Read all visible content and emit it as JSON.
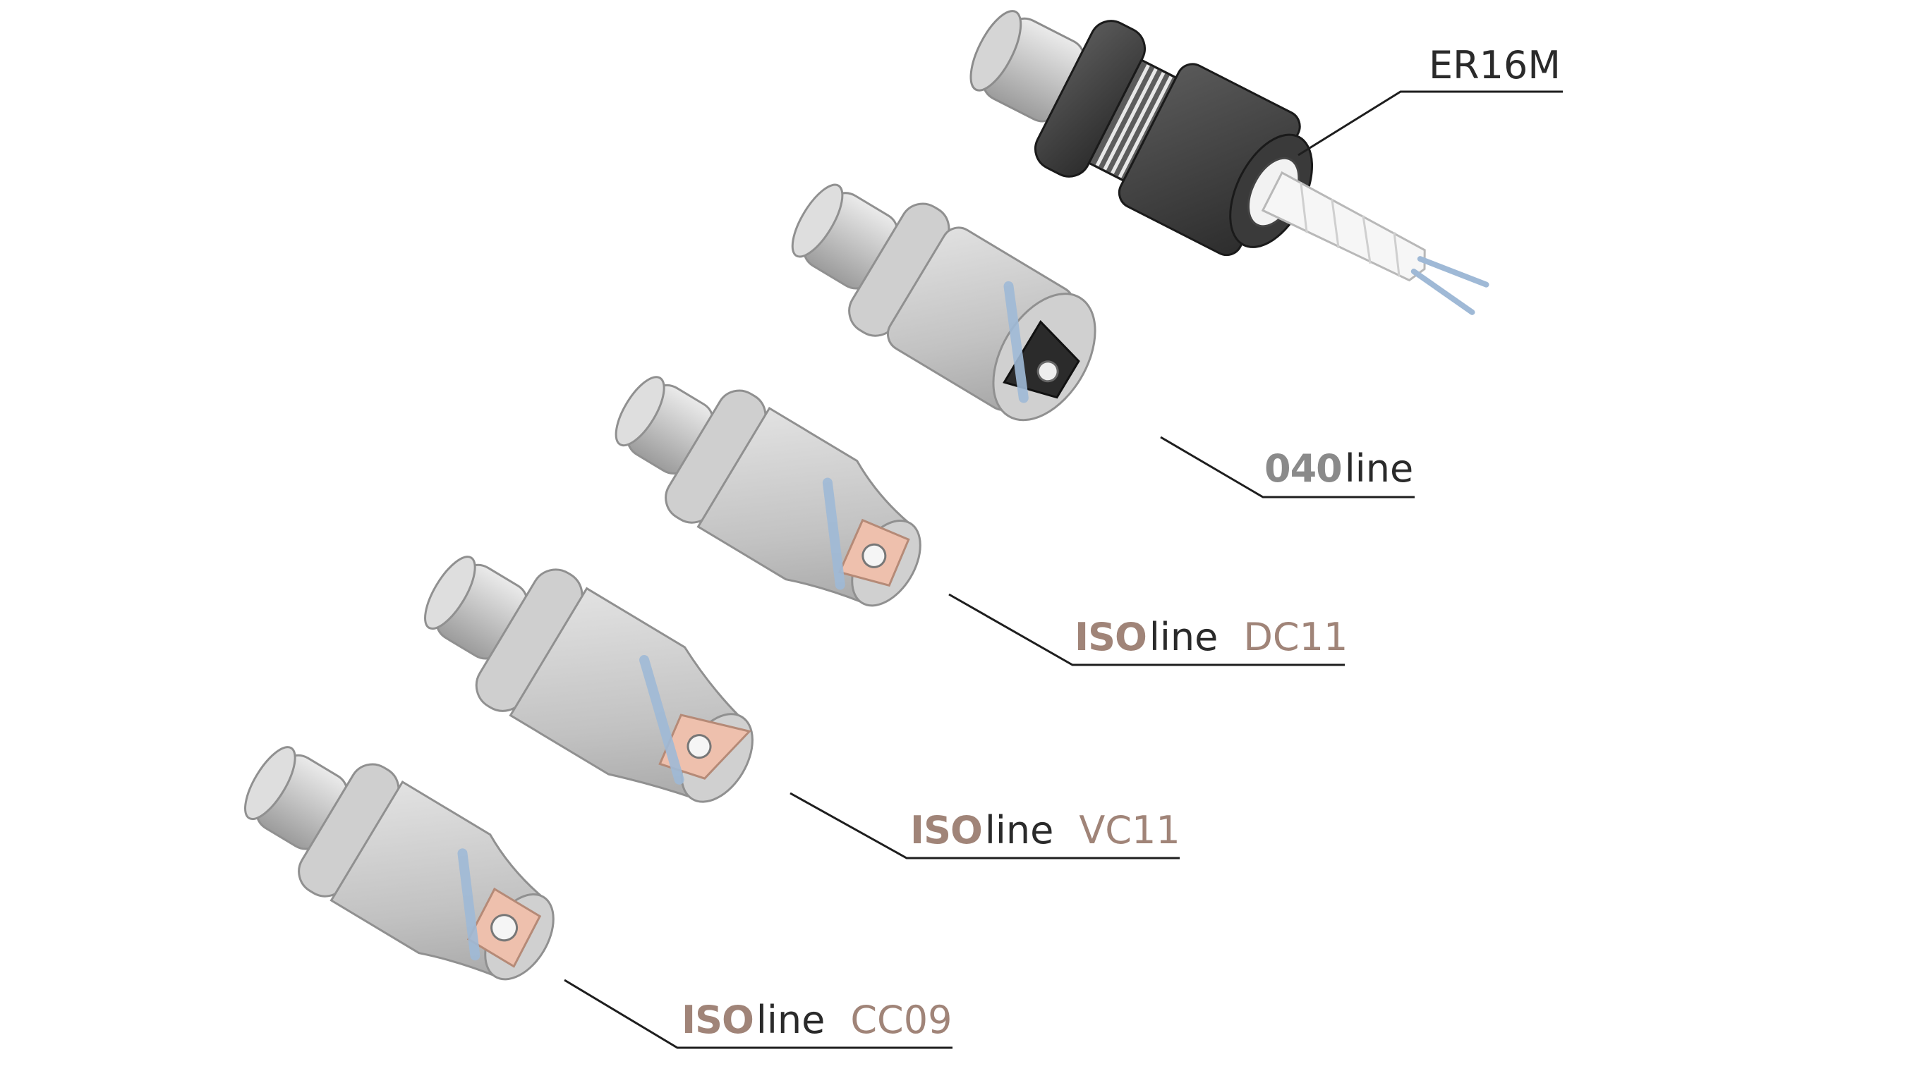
{
  "colors": {
    "background": "#ffffff",
    "label_text": "#2a2a2a",
    "iso_accent": "#a08478",
    "line040_accent": "#8a8a8a",
    "leader_line": "#1e1e1e",
    "holder_steel": "#c9c9c9",
    "collet_dark": "#3d3d3d",
    "coolant_tube": "#a9c3de",
    "insert_copper": "#eec0ad"
  },
  "labels": {
    "er16m": "ER16M",
    "line040": {
      "prefix": "040",
      "word": "line"
    },
    "dc11": {
      "prefix": "ISO",
      "word": "line",
      "code": "DC11"
    },
    "vc11": {
      "prefix": "ISO",
      "word": "line",
      "code": "VC11"
    },
    "cc09": {
      "prefix": "ISO",
      "word": "line",
      "code": "CC09"
    }
  },
  "icons": {
    "er16m_holder": "er16m-collet-holder-with-drill",
    "line040_holder": "040line-tool-holder",
    "dc11_holder": "isoline-dc11-tool-holder",
    "vc11_holder": "isoline-vc11-tool-holder",
    "cc09_holder": "isoline-cc09-tool-holder"
  }
}
